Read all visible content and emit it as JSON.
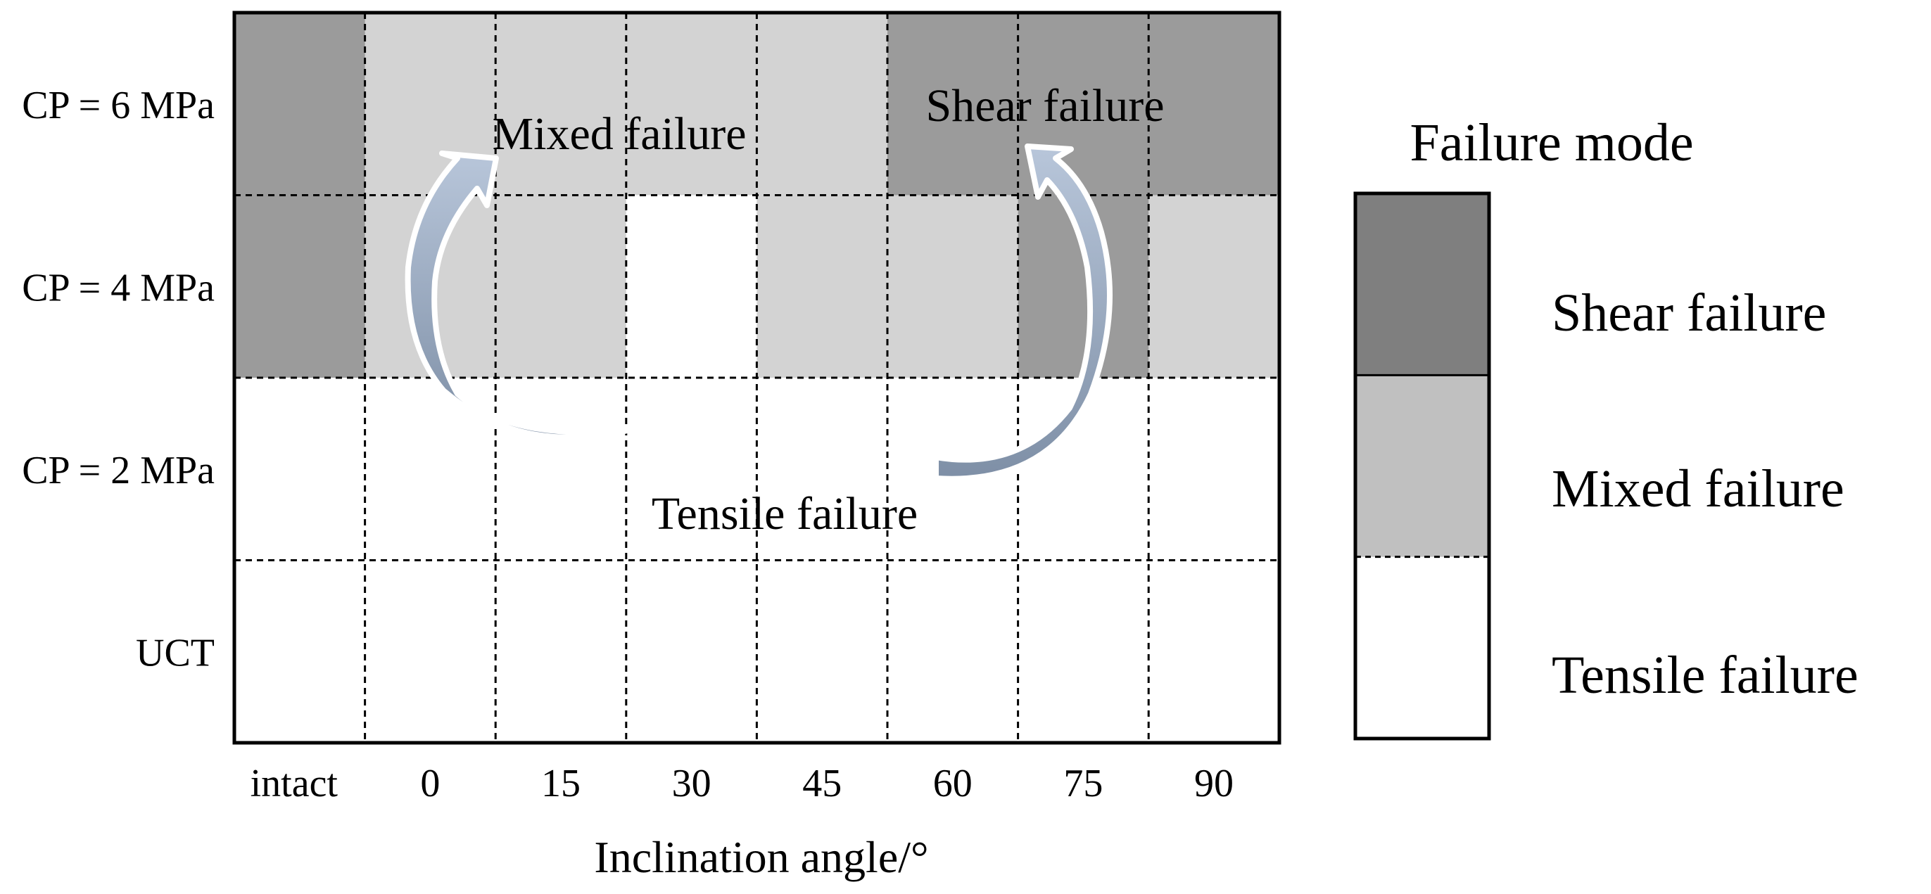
{
  "chart_data": {
    "type": "heatmap",
    "xlabel": "Inclination angle/°",
    "x_categories": [
      "intact",
      "0",
      "15",
      "30",
      "45",
      "60",
      "75",
      "90"
    ],
    "y_categories": [
      "CP = 6 MPa",
      "CP = 4 MPa",
      "CP = 2 MPa",
      "UCT"
    ],
    "modes": [
      "Shear failure",
      "Mixed failure",
      "Tensile failure"
    ],
    "mode_colors": {
      "Shear failure": "#9b9b9b",
      "Mixed failure": "#d3d3d3",
      "Tensile failure": "#ffffff"
    },
    "cells": [
      [
        "Shear failure",
        "Mixed failure",
        "Mixed failure",
        "Mixed failure",
        "Mixed failure",
        "Shear failure",
        "Shear failure",
        "Shear failure"
      ],
      [
        "Shear failure",
        "Mixed failure",
        "Mixed failure",
        "Tensile failure",
        "Mixed failure",
        "Mixed failure",
        "Shear failure",
        "Mixed failure"
      ],
      [
        "Tensile failure",
        "Tensile failure",
        "Tensile failure",
        "Tensile failure",
        "Tensile failure",
        "Tensile failure",
        "Tensile failure",
        "Tensile failure"
      ],
      [
        "Tensile failure",
        "Tensile failure",
        "Tensile failure",
        "Tensile failure",
        "Tensile failure",
        "Tensile failure",
        "Tensile failure",
        "Tensile failure"
      ]
    ],
    "annotations": [
      "Mixed failure",
      "Shear failure",
      "Tensile failure"
    ],
    "legend": {
      "title": "Failure mode",
      "position": "right",
      "items": [
        {
          "label": "Shear failure",
          "color": "#7f7f7f"
        },
        {
          "label": "Mixed failure",
          "color": "#c0c0c0"
        },
        {
          "label": "Tensile failure",
          "color": "#ffffff"
        }
      ]
    }
  }
}
